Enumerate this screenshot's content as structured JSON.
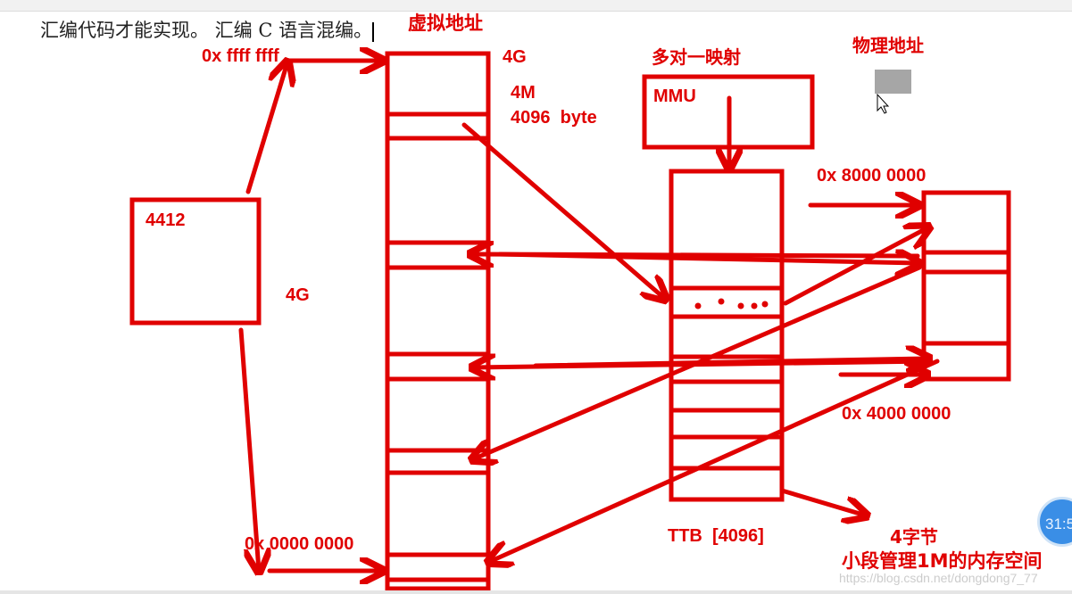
{
  "document_text": "汇编代码才能实现。  汇编 C 语言混编。",
  "labels": {
    "virtual_address": "虚拟地址",
    "top_address": "0x ffff ffff",
    "virtual_4g": "4G",
    "page_4m": "4M",
    "page_bytes": "4096  byte",
    "many_to_one": "多对一映射",
    "physical_address": "物理地址",
    "mmu": "MMU",
    "board": "4412",
    "board_4g": "4G",
    "phys_high": "0x 8000 0000",
    "phys_low": "0x 4000 0000",
    "bottom_address": "0x 0000 0000",
    "ttb": "TTB  [4096]",
    "entry_size": "4字节",
    "section_note": "小段管理1M的内存空间"
  },
  "watermark": "https://blog.csdn.net/dongdong7_77",
  "clock": "31:5",
  "colors": {
    "ink": "#e00000",
    "clock": "#3a8ee6"
  }
}
